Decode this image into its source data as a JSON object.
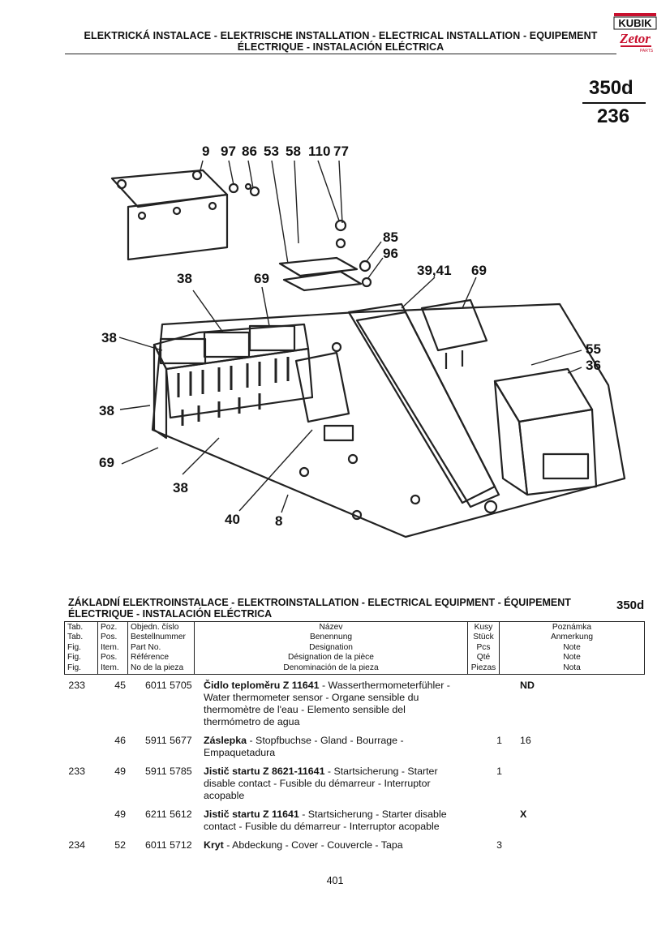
{
  "header": {
    "line1": "ELEKTRICKÁ INSTALACE - ELEKTRISCHE INSTALLATION - ELECTRICAL INSTALLATION - EQUIPEMENT",
    "line2": "ÉLECTRIQUE - INSTALACIÓN ELÉCTRICA",
    "logo_top": "KUBIK",
    "logo_bottom": "Zetor",
    "logo_sub": "PARTS"
  },
  "model": {
    "code": "350d",
    "page": "236"
  },
  "diagram_labels": {
    "top_row": [
      "9",
      "97",
      "86",
      "53",
      "58",
      "110",
      "77"
    ],
    "l85": "85",
    "l96": "96",
    "l3941": "39,41",
    "l69a": "69",
    "l38a": "38",
    "l69b": "69",
    "l38b": "38",
    "l55": "55",
    "l36": "36",
    "l38c": "38",
    "l69c": "69",
    "l38d": "38",
    "l40": "40",
    "l8": "8"
  },
  "section": {
    "title_line1": "ZÁKLADNÍ ELEKTROINSTALACE - ELEKTROINSTALLATION - ELECTRICAL EQUIPMENT - ÉQUIPEMENT",
    "title_line2": "ÉLECTRIQUE - INSTALACIÓN ELÉCTRICA",
    "code": "350d"
  },
  "table_header": {
    "tab": [
      "Tab.",
      "Tab.",
      "Fig.",
      "Fig.",
      "Fig."
    ],
    "poz": [
      "Poz.",
      "Pos.",
      "Item.",
      "Pos.",
      "Item."
    ],
    "num": [
      "Objedn. číslo",
      "Bestellnummer",
      "Part No.",
      "Référence",
      "No de la pieza"
    ],
    "name": [
      "Název",
      "Benennung",
      "Designation",
      "Désignation de la pièce",
      "Denominación de la pieza"
    ],
    "qty": [
      "Kusy",
      "Stück",
      "Pcs",
      "Qté",
      "Piezas"
    ],
    "note": [
      "Poznámka",
      "Anmerkung",
      "Note",
      "Note",
      "Nota"
    ]
  },
  "rows": [
    {
      "tab": "233",
      "poz": "45",
      "num": "6011 5705",
      "name_bold": "Čidlo teploměru Z 11641",
      "lines": [
        "Čidlo teploměru Z 11641 - Wasserthermometerfühler -",
        "Water thermometer sensor - Organe sensible du",
        "thermomètre de l'eau - Elemento sensible del",
        "thermómetro de agua"
      ],
      "qty": "",
      "note": "ND"
    },
    {
      "tab": "",
      "poz": "46",
      "num": "5911 5677",
      "name_bold": "Záslepka",
      "lines": [
        "Záslepka - Stopfbuchse - Gland - Bourrage -",
        "Empaquetadura"
      ],
      "qty": "1",
      "note": "16"
    },
    {
      "tab": "233",
      "poz": "49",
      "num": "5911 5785",
      "name_bold": "Jistič startu Z 8621-11641",
      "lines": [
        "Jistič startu Z 8621-11641 - Startsicherung - Starter",
        "disable contact - Fusible du démarreur - Interruptor",
        "acopable"
      ],
      "qty": "1",
      "note": ""
    },
    {
      "tab": "",
      "poz": "49",
      "num": "6211 5612",
      "name_bold": "Jistič startu Z 11641",
      "lines": [
        "Jistič startu Z 11641 - Startsicherung - Starter disable",
        "contact - Fusible du démarreur - Interruptor acopable"
      ],
      "qty": "",
      "note": "X"
    },
    {
      "tab": "234",
      "poz": "52",
      "num": "6011 5712",
      "name_bold": "Kryt",
      "lines": [
        "Kryt - Abdeckung - Cover - Couvercle - Tapa"
      ],
      "qty": "3",
      "note": ""
    }
  ],
  "footer": {
    "page_number": "401"
  }
}
